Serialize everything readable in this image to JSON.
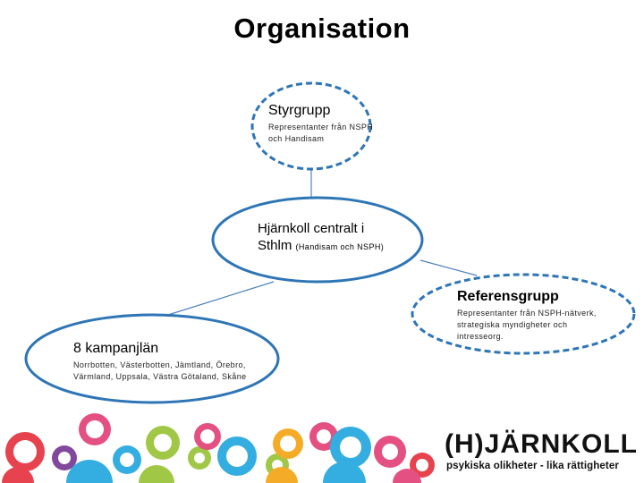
{
  "title": "Organisation",
  "nodes": {
    "styrgrupp": {
      "heading": "Styrgrupp",
      "description": "Representanter från NSPH och Handisam"
    },
    "centralt": {
      "heading": "Hjärnkoll centralt i Sthlm",
      "detail": "(Handisam och NSPH)"
    },
    "referensgrupp": {
      "heading": "Referensgrupp",
      "description": "Representanter från NSPH-nätverk, strategiska myndigheter och intresseorg."
    },
    "kampanjlan": {
      "heading": "8 kampanjlän",
      "description": "Norrbotten, Västerbotten, Jämtland, Örebro, Värmland, Uppsala, Västra Götaland, Skåne"
    }
  },
  "brand": {
    "name": "(H)JÄRNKOLL",
    "tagline": "psykiska olikheter - lika rättigheter"
  },
  "colors": {
    "node_border": "#2e75b6",
    "connector": "#4f81bd",
    "logo_decoration": [
      "#e4477d",
      "#f4a71d",
      "#2aa9e0",
      "#9bc53d",
      "#7b3f98",
      "#e63946"
    ]
  },
  "icons": {
    "logo_decoration": "people-silhouettes-banner"
  }
}
